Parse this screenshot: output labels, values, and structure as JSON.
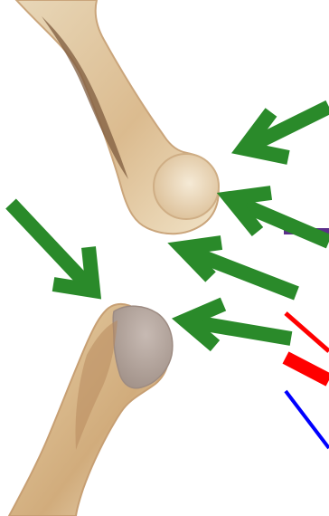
{
  "figure": {
    "background": "#ffffff",
    "colors": {
      "arrow": "#2a8a2a",
      "bone_light": "#e9d6b3",
      "bone_mid": "#d7b58a",
      "bone_dark": "#7e5b3d",
      "bone_grey": "#b3a7a0",
      "line_purple": "#5b2f8a",
      "line_red": "#ff0000",
      "line_blue": "#0000ff"
    },
    "elements": {
      "upper_bone": "upper-bone",
      "lower_bone": "lower-bone",
      "arrows": [
        "arrow",
        "arrow",
        "arrow",
        "arrow",
        "arrow"
      ],
      "edge_lines": [
        "purple-line",
        "red-line",
        "red-line",
        "blue-line"
      ]
    }
  }
}
